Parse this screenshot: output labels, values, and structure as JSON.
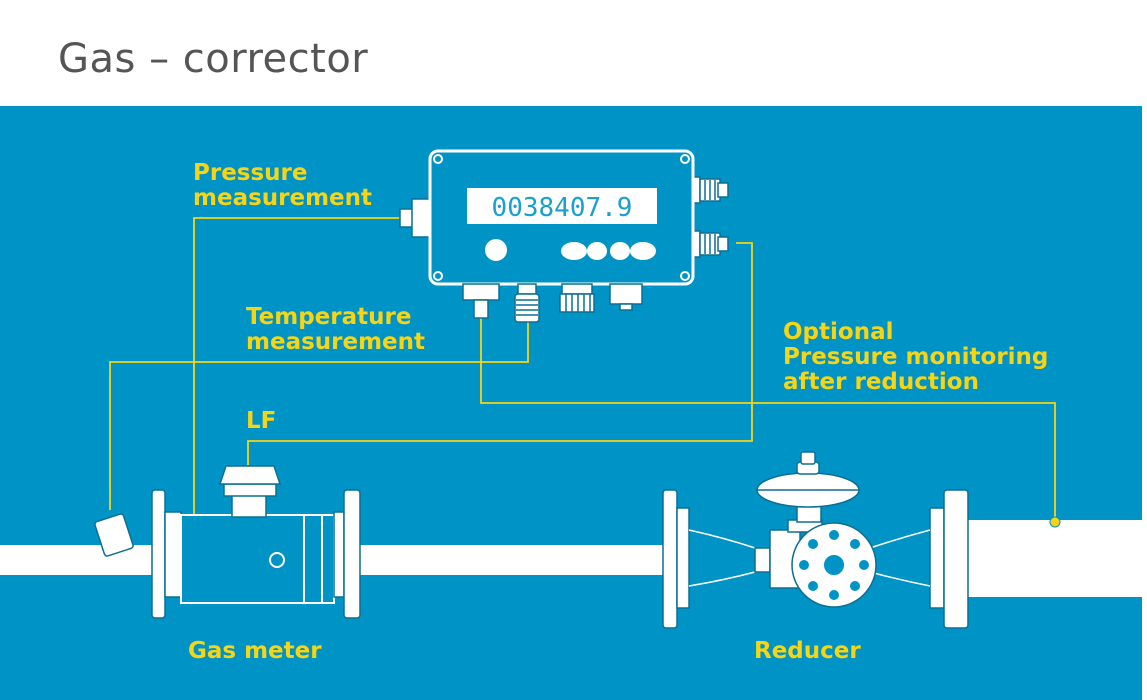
{
  "title": "Gas – corrector",
  "colors": {
    "background": "#0094c6",
    "label": "#f7d414",
    "line": "#ffffff",
    "display_text": "#1aa0d0"
  },
  "device": {
    "display_value": "0038407.9"
  },
  "labels": {
    "pressure_line1": "Pressure",
    "pressure_line2": "measurement",
    "temperature_line1": "Temperature",
    "temperature_line2": "measurement",
    "lf": "LF",
    "optional_line1": "Optional",
    "optional_line2": "Pressure monitoring",
    "optional_line3": "after reduction",
    "gas_meter": "Gas meter",
    "reducer": "Reducer"
  }
}
